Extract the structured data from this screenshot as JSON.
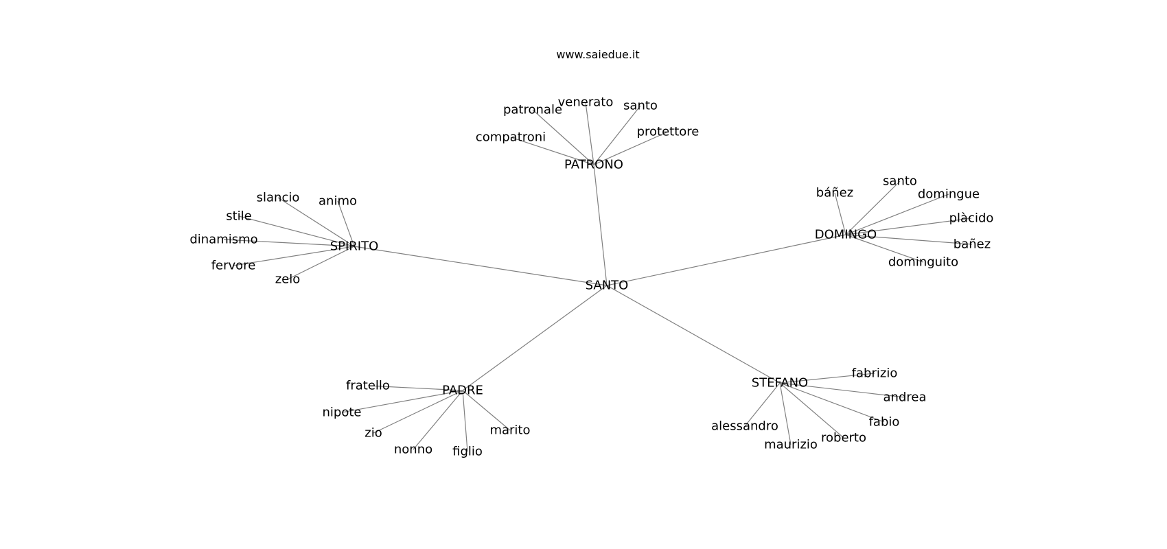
{
  "title": "www.saiedue.it",
  "nodes": [
    {
      "id": "SANTO",
      "label": "SANTO"
    },
    {
      "id": "PATRONO",
      "label": "PATRONO"
    },
    {
      "id": "p_patronale",
      "label": "patronale"
    },
    {
      "id": "p_venerato",
      "label": "venerato"
    },
    {
      "id": "p_santo",
      "label": "santo"
    },
    {
      "id": "p_protettore",
      "label": "protettore"
    },
    {
      "id": "p_compatroni",
      "label": "compatroni"
    },
    {
      "id": "SPIRITO",
      "label": "SPIRITO"
    },
    {
      "id": "s_slancio",
      "label": "slancio"
    },
    {
      "id": "s_animo",
      "label": "animo"
    },
    {
      "id": "s_stile",
      "label": "stile"
    },
    {
      "id": "s_dinamismo",
      "label": "dinamismo"
    },
    {
      "id": "s_fervore",
      "label": "fervore"
    },
    {
      "id": "s_zelo",
      "label": "zelo"
    },
    {
      "id": "DOMINGO",
      "label": "DOMINGO"
    },
    {
      "id": "d_banez1",
      "label": "báñez"
    },
    {
      "id": "d_santo",
      "label": "santo"
    },
    {
      "id": "d_domingue",
      "label": "domingue"
    },
    {
      "id": "d_placido",
      "label": "plàcido"
    },
    {
      "id": "d_banez2",
      "label": "bañez"
    },
    {
      "id": "d_dominguito",
      "label": "dominguito"
    },
    {
      "id": "PADRE",
      "label": "PADRE"
    },
    {
      "id": "pa_fratello",
      "label": "fratello"
    },
    {
      "id": "pa_nipote",
      "label": "nipote"
    },
    {
      "id": "pa_zio",
      "label": "zio"
    },
    {
      "id": "pa_nonno",
      "label": "nonno"
    },
    {
      "id": "pa_figlio",
      "label": "figlio"
    },
    {
      "id": "pa_marito",
      "label": "marito"
    },
    {
      "id": "STEFANO",
      "label": "STEFANO"
    },
    {
      "id": "st_fabrizio",
      "label": "fabrizio"
    },
    {
      "id": "st_andrea",
      "label": "andrea"
    },
    {
      "id": "st_fabio",
      "label": "fabio"
    },
    {
      "id": "st_roberto",
      "label": "roberto"
    },
    {
      "id": "st_maurizio",
      "label": "maurizio"
    },
    {
      "id": "st_alessandro",
      "label": "alessandro"
    }
  ],
  "edges": [
    [
      "SANTO",
      "PATRONO"
    ],
    [
      "SANTO",
      "SPIRITO"
    ],
    [
      "SANTO",
      "DOMINGO"
    ],
    [
      "SANTO",
      "PADRE"
    ],
    [
      "SANTO",
      "STEFANO"
    ],
    [
      "PATRONO",
      "p_patronale"
    ],
    [
      "PATRONO",
      "p_venerato"
    ],
    [
      "PATRONO",
      "p_santo"
    ],
    [
      "PATRONO",
      "p_protettore"
    ],
    [
      "PATRONO",
      "p_compatroni"
    ],
    [
      "SPIRITO",
      "s_slancio"
    ],
    [
      "SPIRITO",
      "s_animo"
    ],
    [
      "SPIRITO",
      "s_stile"
    ],
    [
      "SPIRITO",
      "s_dinamismo"
    ],
    [
      "SPIRITO",
      "s_fervore"
    ],
    [
      "SPIRITO",
      "s_zelo"
    ],
    [
      "DOMINGO",
      "d_banez1"
    ],
    [
      "DOMINGO",
      "d_santo"
    ],
    [
      "DOMINGO",
      "d_domingue"
    ],
    [
      "DOMINGO",
      "d_placido"
    ],
    [
      "DOMINGO",
      "d_banez2"
    ],
    [
      "DOMINGO",
      "d_dominguito"
    ],
    [
      "PADRE",
      "pa_fratello"
    ],
    [
      "PADRE",
      "pa_nipote"
    ],
    [
      "PADRE",
      "pa_zio"
    ],
    [
      "PADRE",
      "pa_nonno"
    ],
    [
      "PADRE",
      "pa_figlio"
    ],
    [
      "PADRE",
      "pa_marito"
    ],
    [
      "STEFANO",
      "st_fabrizio"
    ],
    [
      "STEFANO",
      "st_andrea"
    ],
    [
      "STEFANO",
      "st_fabio"
    ],
    [
      "STEFANO",
      "st_roberto"
    ],
    [
      "STEFANO",
      "st_maurizio"
    ],
    [
      "STEFANO",
      "st_alessandro"
    ]
  ],
  "colors": {
    "edge": "#808080",
    "text": "#000000"
  }
}
